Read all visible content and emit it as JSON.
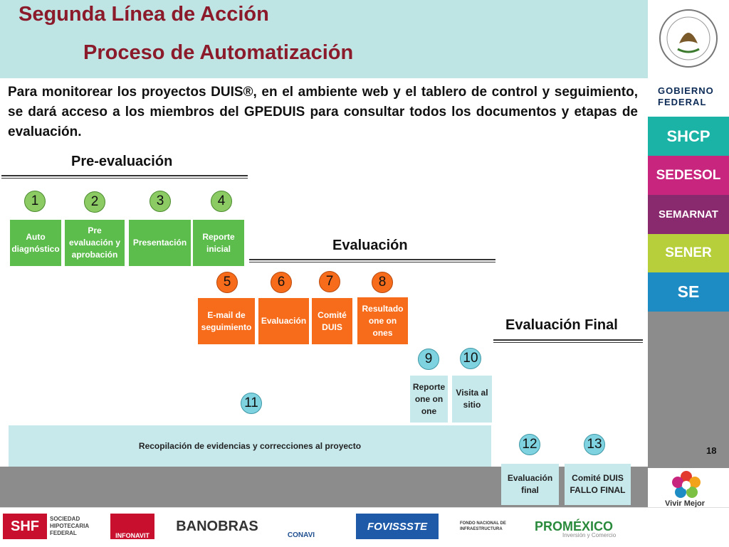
{
  "header": {
    "title1": "Segunda Línea de Acción",
    "title2": "Proceso de Automatización"
  },
  "intro": "Para monitorear los proyectos DUIS®, en el ambiente web y el tablero de control y seguimiento, se dará acceso a los miembros del GPEDUIS para consultar todos los documentos y etapas de evaluación.",
  "sections": {
    "pre": "Pre-evaluación",
    "eval": "Evaluación",
    "final": "Evaluación Final"
  },
  "steps": [
    {
      "num": "1",
      "label": "Auto diagnóstico"
    },
    {
      "num": "2",
      "label": "Pre evaluación y aprobación"
    },
    {
      "num": "3",
      "label": "Presentación"
    },
    {
      "num": "4",
      "label": "Reporte inicial"
    },
    {
      "num": "5",
      "label": "E-mail de seguimiento"
    },
    {
      "num": "6",
      "label": "Evaluación"
    },
    {
      "num": "7",
      "label": "Comité DUIS"
    },
    {
      "num": "8",
      "label": "Resultado one on ones"
    },
    {
      "num": "9",
      "label": "Reporte one on one"
    },
    {
      "num": "10",
      "label": "Visita al sitio"
    },
    {
      "num": "11",
      "label": "Recopilación de evidencias y correcciones al proyecto"
    },
    {
      "num": "12",
      "label": "Evaluación final"
    },
    {
      "num": "13",
      "label": "Comité DUIS FALLO FINAL"
    }
  ],
  "page_number": "18",
  "sidebar": {
    "gobierno": "GOBIERNO FEDERAL",
    "agencies": [
      {
        "name": "SHCP",
        "color": "#1ab3a6"
      },
      {
        "name": "SEDESOL",
        "color": "#c8257f"
      },
      {
        "name": "SEMARNAT",
        "color": "#8a2a6e"
      },
      {
        "name": "SENER",
        "color": "#b6cf3a"
      },
      {
        "name": "SE",
        "color": "#1e8cc4"
      }
    ],
    "vivir": "Vivir Mejor"
  },
  "footer": {
    "shf": "SHF",
    "shf_text": "SOCIEDAD HIPOTECARIA FEDERAL",
    "infonavit": "INFONAVIT",
    "banobras": "BANOBRAS",
    "conavi": "CONAVI",
    "fovissste": "FOVISSSTE",
    "fonadin": "FONDO NACIONAL DE INFRAESTRUCTURA",
    "promexico": "PROMÉXICO",
    "promexico_sub": "Inversión y Comercio"
  }
}
